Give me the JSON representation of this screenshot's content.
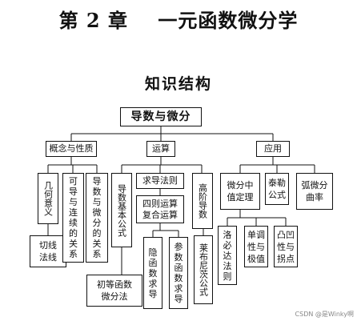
{
  "title": "第 2 章    一元函数微分学",
  "subtitle": "知识结构",
  "root": "导数与微分",
  "categories": [
    "概念与性质",
    "运算",
    "应用"
  ],
  "concept": {
    "geometric_meaning": "几何意义",
    "tangent_normal": "切线法线",
    "differentiable_continuous": "可导与连续的关系",
    "derivative_differential": "导数与微分的关系"
  },
  "operation": {
    "basic_formula": "导数基本公式",
    "elementary_diff": "初等函数微分法",
    "rules": "求导法则",
    "four_rules": "四则运算",
    "composite": "复合运算",
    "implicit": "隐函数求导",
    "parametric": "参数函数求导",
    "higher_order": "高阶导数",
    "leibniz": "莱布尼茨公式"
  },
  "application": {
    "mean_value": "微分中值定理",
    "taylor": "泰勒公式",
    "arc_curvature": "弧微分曲率",
    "lhopital": "洛必达法则",
    "monotonic_extremum": "单调性与极值",
    "convexity_inflection": "凸凹性与拐点"
  },
  "watermark": "CSDN @是Winky啊"
}
